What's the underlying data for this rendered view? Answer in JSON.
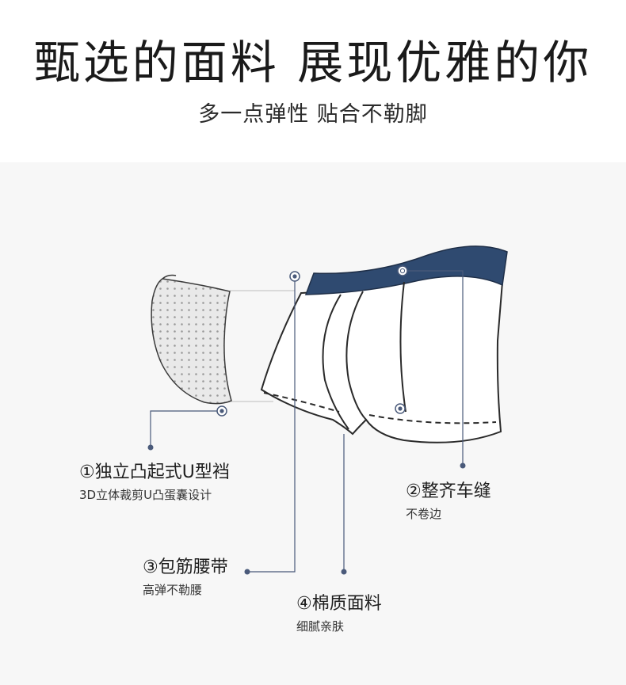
{
  "header": {
    "title": "甄选的面料 展现优雅的你",
    "subtitle": "多一点弹性 贴合不勒脚"
  },
  "features": [
    {
      "main": "①独立凸起式U型裆",
      "sub": "3D立体裁剪U凸蛋囊设计"
    },
    {
      "main": "②整齐车缝",
      "sub": "不卷边"
    },
    {
      "main": "③包筋腰带",
      "sub": "高弹不勒腰"
    },
    {
      "main": "④棉质面料",
      "sub": "细腻亲肤"
    }
  ],
  "colors": {
    "waistband": "#2f4a70",
    "leader_line": "#4a5a7a",
    "outline": "#2a2a2a",
    "panel_bg": "#f7f7f7"
  }
}
